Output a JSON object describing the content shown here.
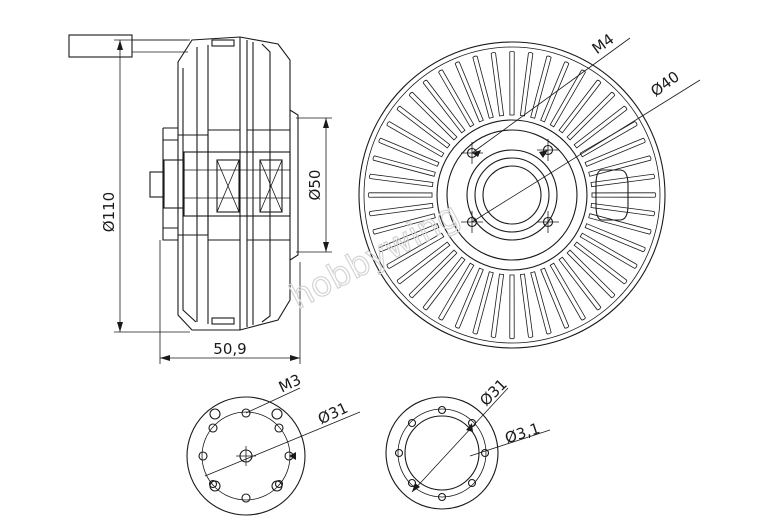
{
  "labels": {
    "dia_110": "Ø110",
    "dia_50": "Ø50",
    "width_50_9": "50,9",
    "m4": "M4",
    "dia_40": "Ø40",
    "m3": "M3",
    "dia_31_left": "Ø31",
    "dia_31_right": "Ø31",
    "dia_3_1": "Ø3,1"
  },
  "watermark": "hobbywing",
  "colors": {
    "line": "#1a1a1a",
    "watermark": "#d4d4d4"
  }
}
